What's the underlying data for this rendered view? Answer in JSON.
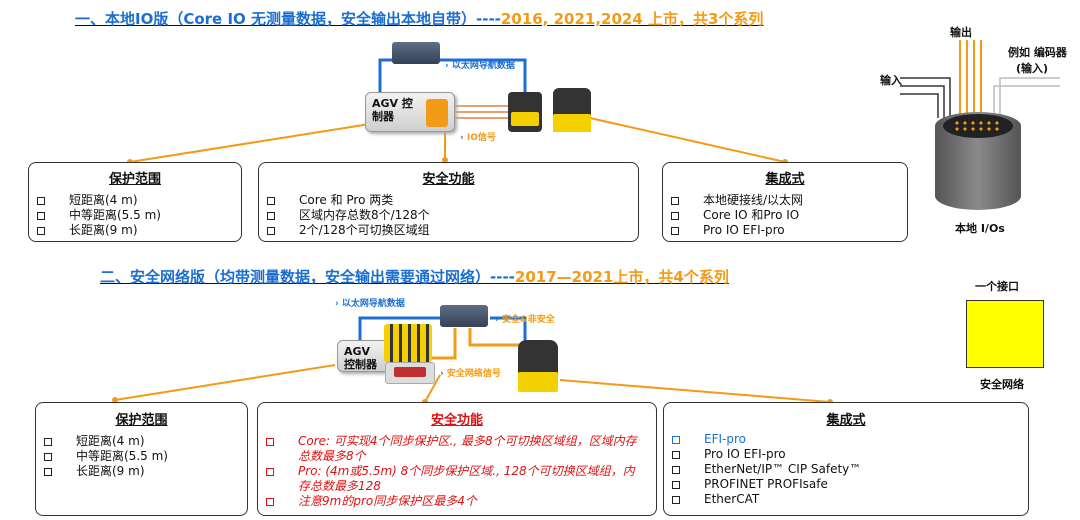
{
  "section1": {
    "title_blue": "一、本地IO版（Core IO 无测量数据，安全输出本地自带）----",
    "title_orange": "2016, 2021,2024 上市，共3个系列",
    "diagram": {
      "agv_label": "AGV 控制器",
      "eth_label": "以太网导航数据",
      "io_label": "IO信号"
    },
    "box_protection": {
      "title": "保护范围",
      "items": [
        "短距离(4 m)",
        "中等距离(5.5 m)",
        "长距离(9 m)"
      ]
    },
    "box_safety": {
      "title": "安全功能",
      "items": [
        "Core 和 Pro 两类",
        "区域内存总数8个/128个",
        "2个/128个可切换区域组"
      ]
    },
    "box_integration": {
      "title": "集成式",
      "items": [
        "本地硬接线/以太网",
        "Core IO 和Pro IO",
        "Pro IO EFI-pro"
      ]
    }
  },
  "local_io_figure": {
    "output_label": "输出",
    "input_label": "输入",
    "encoder_label": "例如 编码器",
    "encoder_sub": "(输入)",
    "caption": "本地 I/Os"
  },
  "section2": {
    "title_blue": "二、安全网络版（均带测量数据，安全输出需要通过网络）----",
    "title_orange": "2017—2021上市，共4个系列",
    "diagram": {
      "agv_label": "AGV 控制器",
      "eth_label": "以太网导航数据",
      "safe_label": "安全&非安全",
      "net_signal_label": "安全网络信号"
    },
    "box_protection": {
      "title": "保护范围",
      "items": [
        "短距离(4 m)",
        "中等距离(5.5 m)",
        "长距离(9 m)"
      ]
    },
    "box_safety": {
      "title": "安全功能",
      "items": [
        "Core: 可实现4个同步保护区., 最多8个可切换区域组，区域内存总数最多8个",
        "Pro: (4m或5.5m) 8个同步保护区域., 128个可切换区域组，内存总数最多128",
        "注意9m的pro同步保护区最多4个"
      ]
    },
    "box_integration": {
      "title": "集成式",
      "items": [
        "EFI-pro",
        "Pro IO EFI-pro",
        "EtherNet/IP™ CIP Safety™",
        "PROFINET PROFIsafe",
        "EtherCAT"
      ]
    }
  },
  "interface_figure": {
    "top_label": "一个接口",
    "bottom_label": "安全网络",
    "color": "#ffff00"
  },
  "colors": {
    "blue": "#1c6fd1",
    "orange": "#f39a16",
    "red": "#e01010"
  }
}
